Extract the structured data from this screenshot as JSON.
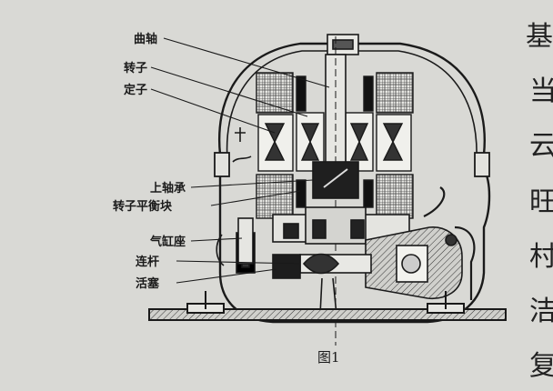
{
  "figure": {
    "caption": "图1",
    "labels": [
      {
        "key": "crankshaft",
        "text": "曲轴"
      },
      {
        "key": "rotor",
        "text": "转子"
      },
      {
        "key": "stator",
        "text": "定子"
      },
      {
        "key": "upper_bearing",
        "text": "上轴承"
      },
      {
        "key": "rotor_balance",
        "text": "转子平衡块"
      },
      {
        "key": "cylinder_seat",
        "text": "气缸座"
      },
      {
        "key": "connecting_rod",
        "text": "连杆"
      },
      {
        "key": "piston",
        "text": "活塞"
      }
    ]
  },
  "side_text": {
    "chars": [
      "基",
      "当",
      "云",
      "旺",
      "村",
      "洁",
      "复"
    ]
  },
  "colors": {
    "paper": "#d9d9d5",
    "ink": "#1a1a1a"
  }
}
